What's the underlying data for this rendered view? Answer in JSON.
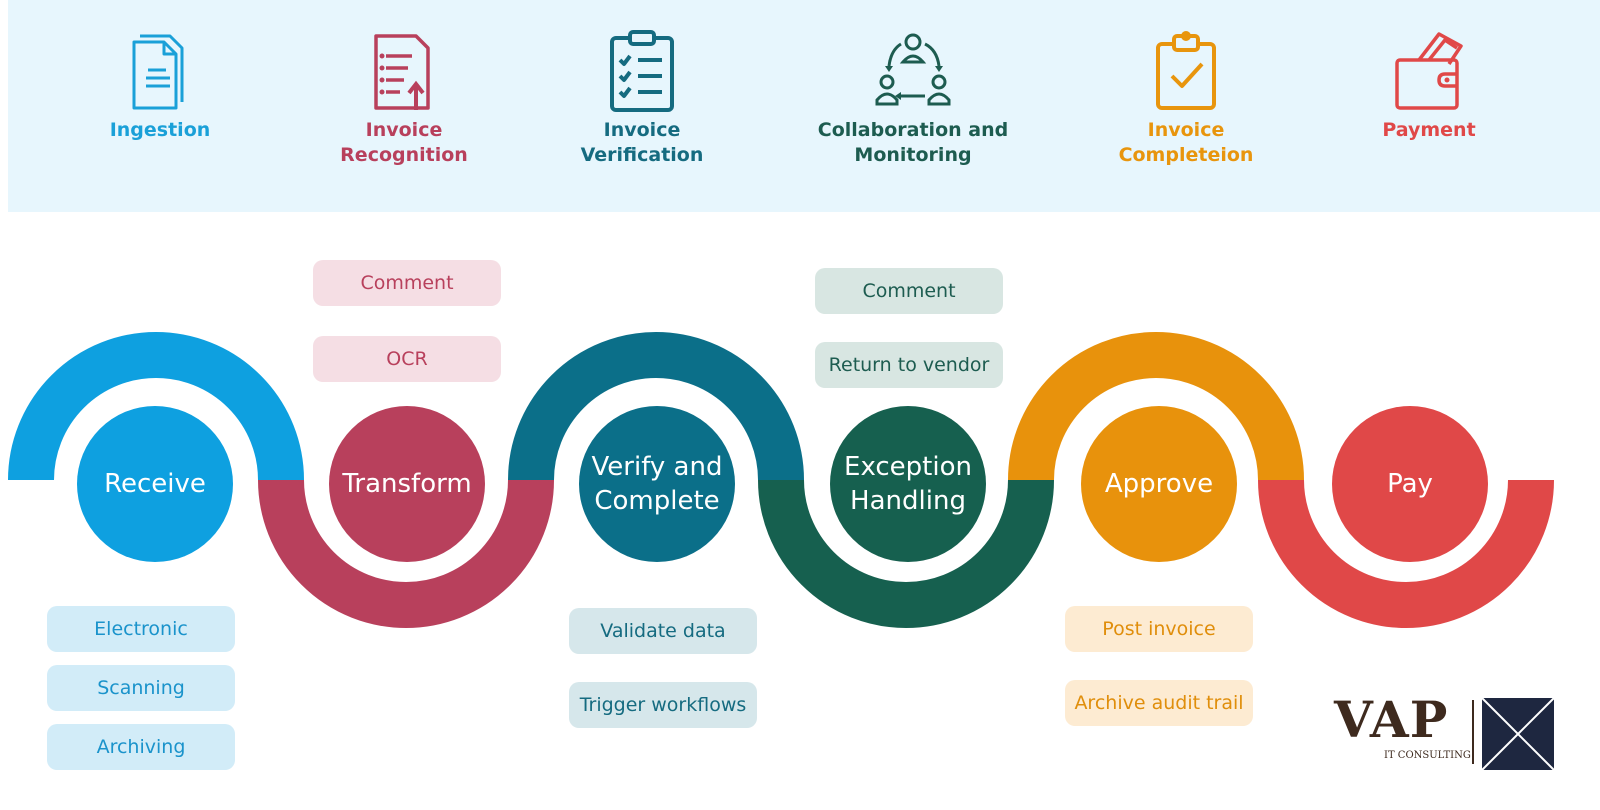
{
  "stages": [
    {
      "label": "Ingestion",
      "icon": "documents-icon",
      "color": "#1aa0d8"
    },
    {
      "label": "Invoice\nRecognition",
      "icon": "document-upload-icon",
      "color": "#b8405c"
    },
    {
      "label": "Invoice\nVerification",
      "icon": "checklist-clipboard-icon",
      "color": "#156b80"
    },
    {
      "label": "Collaboration and\nMonitoring",
      "icon": "team-cycle-icon",
      "color": "#1d5c50"
    },
    {
      "label": "Invoice\nCompleteion",
      "icon": "clipboard-check-icon",
      "color": "#e8950d"
    },
    {
      "label": "Payment",
      "icon": "wallet-icon",
      "color": "#e04848"
    }
  ],
  "steps": [
    {
      "label": "Receive",
      "color": "#0ea0e0"
    },
    {
      "label": "Transform",
      "color": "#b8405c"
    },
    {
      "label": "Verify and\nComplete",
      "color": "#0b6f89"
    },
    {
      "label": "Exception\nHandling",
      "color": "#16604f"
    },
    {
      "label": "Approve",
      "color": "#e8920c"
    },
    {
      "label": "Pay",
      "color": "#e04848"
    }
  ],
  "sub_items": {
    "receive": [
      "Electronic",
      "Scanning",
      "Archiving"
    ],
    "transform": [
      "Comment",
      "OCR"
    ],
    "verify": [
      "Validate data",
      "Trigger workflows"
    ],
    "exception": [
      "Comment",
      "Return to vendor"
    ],
    "approve": [
      "Post invoice",
      "Archive audit trail"
    ]
  },
  "logo": {
    "name": "VAP",
    "tagline": "IT CONSULTING"
  }
}
